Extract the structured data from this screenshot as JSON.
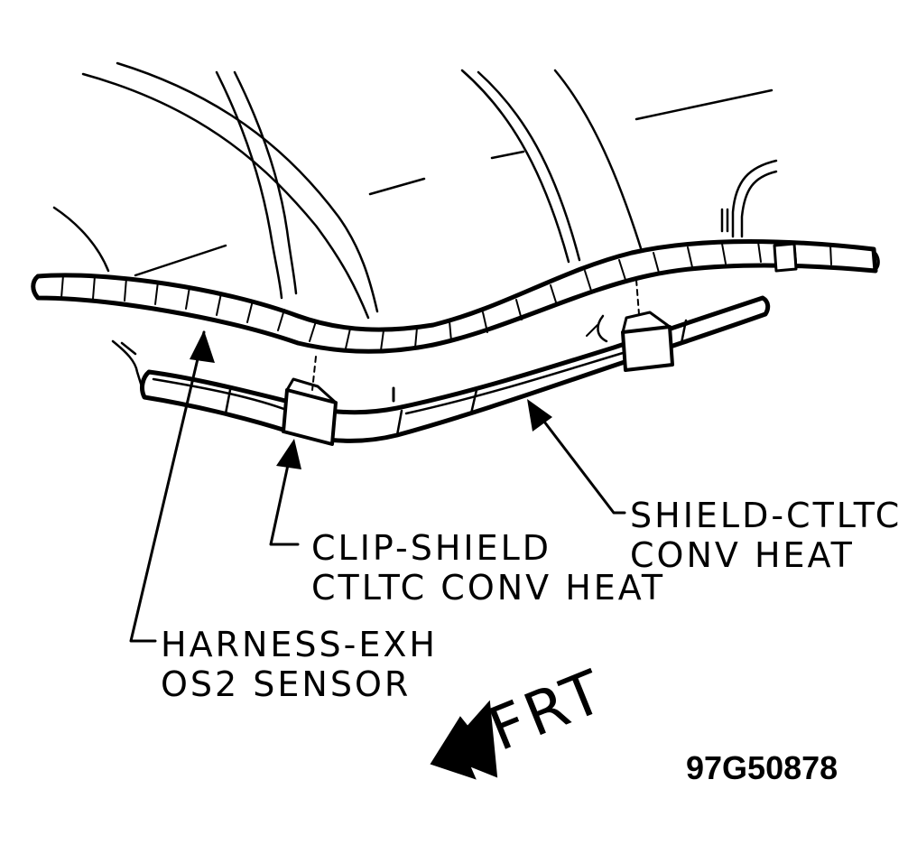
{
  "labels": {
    "harness": [
      "HARNESS-EXH",
      "OS2 SENSOR"
    ],
    "clip": [
      "CLIP-SHIELD",
      "CTLTC CONV HEAT"
    ],
    "shield": [
      "SHIELD-CTLTC",
      "CONV HEAT"
    ]
  },
  "direction": "FRT",
  "figure_id": "97G50878"
}
